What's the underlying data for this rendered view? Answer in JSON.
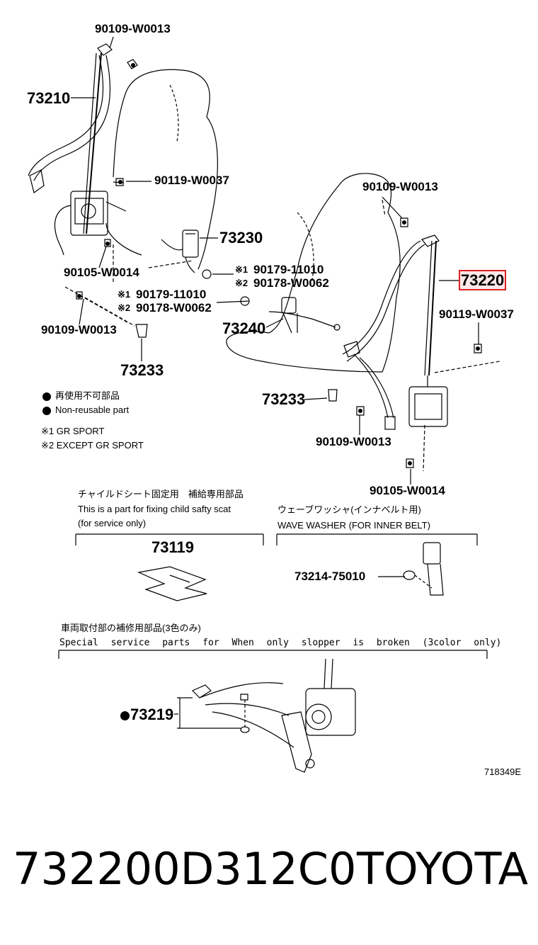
{
  "parts": {
    "p_90109_top": "90109-W0013",
    "p_73210": "73210",
    "p_90119_left": "90119-W0037",
    "p_73230": "73230",
    "p_90105_left": "90105-W0014",
    "p_mark1_a": "※1",
    "p_90179_a": "90179-11010",
    "p_mark2_a": "※2",
    "p_90178_a": "90178-W0062",
    "p_mark1_b": "※1",
    "p_90179_b": "90179-11010",
    "p_mark2_b": "※2",
    "p_90178_b": "90178-W0062",
    "p_90109_left": "90109-W0013",
    "p_73240": "73240",
    "p_73233_left": "73233",
    "p_90109_right_top": "90109-W0013",
    "p_73220": "73220",
    "p_90119_right": "90119-W0037",
    "p_73233_right": "73233",
    "p_90109_right_bottom": "90109-W0013",
    "p_90105_right": "90105-W0014"
  },
  "legend": {
    "nonreusable_jp": "再使用不可部品",
    "nonreusable_en": "Non-reusable part",
    "note1": "※1 GR SPORT",
    "note2": "※2 EXCEPT GR SPORT"
  },
  "child_seat": {
    "title_jp": "チャイルドシート固定用　補給専用部品",
    "title_en1": "This is a part for fixing child safty scat",
    "title_en2": "(for service only)",
    "part": "73119"
  },
  "wave_washer": {
    "title_jp": "ウェーブワッシャ(インナベルト用)",
    "title_en": "WAVE WASHER (FOR INNER BELT)",
    "part": "73214-75010"
  },
  "stopper": {
    "title_jp": "車両取付部の補修用部品(3色のみ)",
    "title_en": "Special service parts for When only slopper is broken (3color only)",
    "part": "73219"
  },
  "diagram_id": "718349E",
  "footer": {
    "part_number": "732200D312C0",
    "brand": "TOYOTA"
  }
}
